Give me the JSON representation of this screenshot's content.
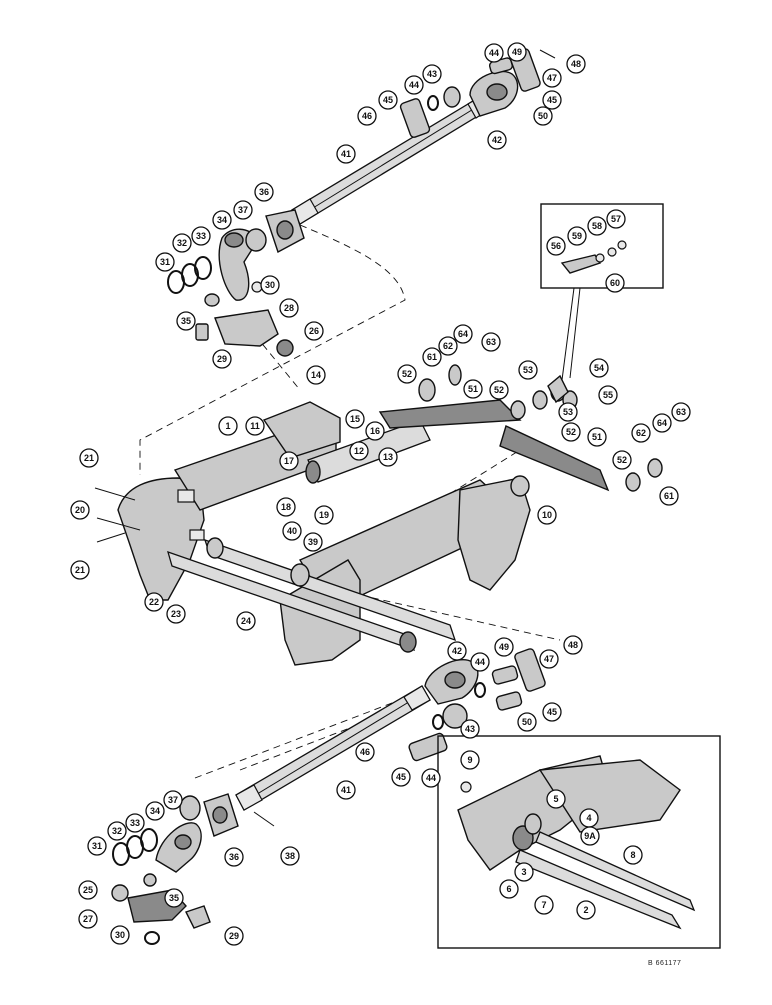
{
  "catalog_number": "B 661177",
  "callouts": [
    "1",
    "2",
    "3",
    "4",
    "5",
    "6",
    "7",
    "8",
    "9",
    "9A",
    "10",
    "11",
    "12",
    "13",
    "14",
    "15",
    "16",
    "17",
    "18",
    "19",
    "20",
    "21",
    "22",
    "23",
    "24",
    "25",
    "26",
    "27",
    "28",
    "29",
    "30",
    "31",
    "32",
    "33",
    "34",
    "35",
    "36",
    "37",
    "38",
    "39",
    "40",
    "41",
    "42",
    "43",
    "44",
    "45",
    "46",
    "47",
    "48",
    "49",
    "50",
    "51",
    "52",
    "53",
    "54",
    "55",
    "56",
    "57",
    "58",
    "59",
    "60",
    "61",
    "62",
    "63",
    "64"
  ]
}
